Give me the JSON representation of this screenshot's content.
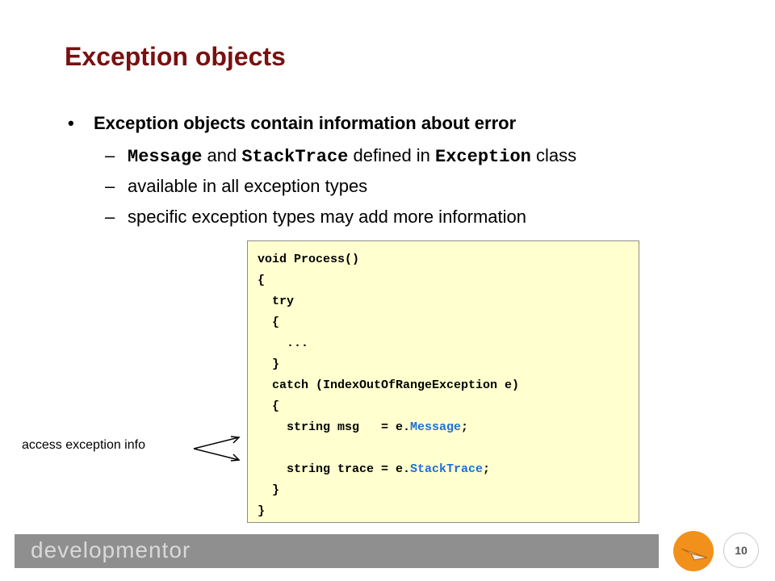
{
  "slide": {
    "title": "Exception objects",
    "bullet": "Exception objects contain information about error",
    "sub1": {
      "dash": "–",
      "message": "Message",
      "and": " and ",
      "stacktrace": "StackTrace",
      "defined_in": " defined in ",
      "exception": "Exception",
      "class_word": " class"
    },
    "sub2": {
      "dash": "–",
      "text": "available in all exception types"
    },
    "sub3": {
      "dash": "–",
      "text": "specific exception types may add more information"
    }
  },
  "code": {
    "lines": [
      "void Process()",
      "{",
      "  try",
      "  {",
      "    ...",
      "  }",
      "  catch (IndexOutOfRangeException e)",
      "  {",
      "    string msg   = e.",
      "",
      "    string trace = e.",
      "  }",
      "}"
    ],
    "msg_member": "Message",
    "trace_member": "StackTrace",
    "semicolon": ";",
    "highlight_color": "#1f6fd6"
  },
  "annotation": {
    "text": "access exception info"
  },
  "footer": {
    "brand": "developmentor",
    "logo_icon": "paper-plane-icon",
    "page_number": "10",
    "accent_color": "#f2901c"
  }
}
